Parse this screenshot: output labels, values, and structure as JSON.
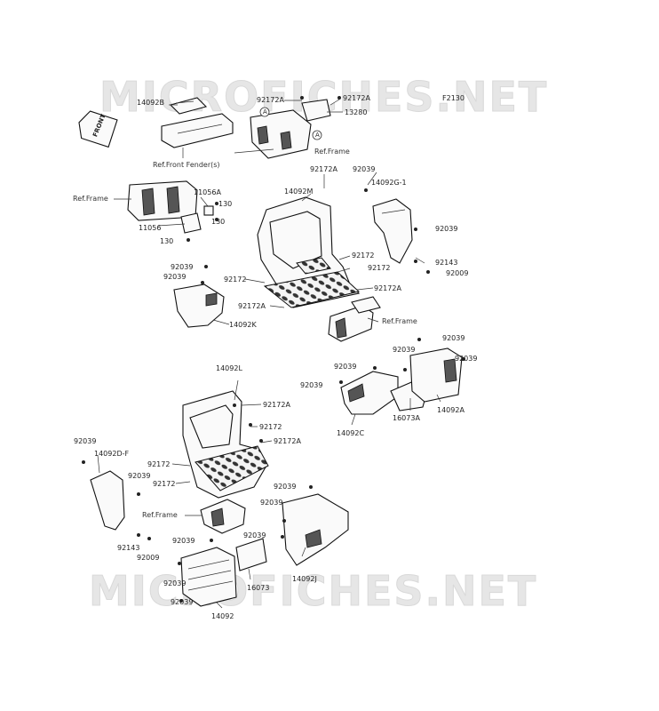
{
  "watermark": "MICROFICHES.NET",
  "page_code": "F2130",
  "front_arrow_label": "FRONT",
  "callout_marker": "A",
  "labels": {
    "l_14092B": "14092B",
    "l_92172A_a": "92172A",
    "l_92172A_b": "92172A",
    "l_13280": "13280",
    "l_ref_front_fender": "Ref.Front Fender(s)",
    "l_ref_frame_a": "Ref.Frame",
    "l_ref_frame_b": "Ref.Frame",
    "l_11056A": "11056A",
    "l_130_a": "130",
    "l_130_b": "130",
    "l_130_c": "130",
    "l_11056": "11056",
    "l_92172A_c": "92172A",
    "l_14092M": "14092M",
    "l_92039_a": "92039",
    "l_14092G1": "14092G-1",
    "l_92039_b": "92039",
    "l_92143_a": "92143",
    "l_92009_a": "92009",
    "l_92172_a": "92172",
    "l_92172_b": "92172",
    "l_92172_c": "92172",
    "l_92172A_d": "92172A",
    "l_92172A_e": "92172A",
    "l_92039_c": "92039",
    "l_92039_d": "92039",
    "l_14092K": "14092K",
    "l_ref_frame_c": "Ref.Frame",
    "l_92039_e": "92039",
    "l_92039_f": "92039",
    "l_92039_g": "92039",
    "l_92039_h": "92039",
    "l_92039_i": "92039",
    "l_16073A": "16073A",
    "l_14092A": "14092A",
    "l_14092C": "14092C",
    "l_14092L": "14092L",
    "l_92172A_f": "92172A",
    "l_92172_d": "92172",
    "l_92172A_g": "92172A",
    "l_92039_j": "92039",
    "l_14092DF": "14092D-F",
    "l_92172_e": "92172",
    "l_92039_k": "92039",
    "l_92172_f": "92172",
    "l_ref_frame_d": "Ref.Frame",
    "l_92143_b": "92143",
    "l_92009_b": "92009",
    "l_92039_l": "92039",
    "l_92039_m": "92039",
    "l_92039_n": "92039",
    "l_92039_o": "92039",
    "l_16073": "16073",
    "l_92039_p": "92039",
    "l_14092J": "14092J",
    "l_92039_q": "92039",
    "l_14092": "14092"
  }
}
